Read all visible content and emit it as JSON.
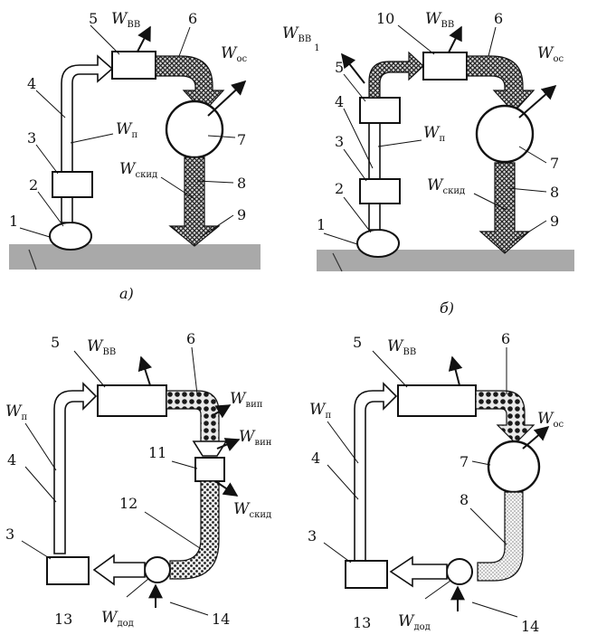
{
  "diagrams": {
    "a": {
      "caption": "а)",
      "labels": {
        "n1": "1",
        "n2": "2",
        "n3": "3",
        "n4": "4",
        "n5": "5",
        "n6": "6",
        "n7": "7",
        "n8": "8",
        "n9": "9"
      },
      "w": {
        "vv": {
          "main": "W",
          "sub": "ВВ"
        },
        "os": {
          "main": "W",
          "sub": "ос"
        },
        "p": {
          "main": "W",
          "sub": "п"
        },
        "skid": {
          "main": "W",
          "sub": "скид"
        }
      }
    },
    "b": {
      "caption": "б)",
      "labels": {
        "n1": "1",
        "n2": "2",
        "n3": "3",
        "n4": "4",
        "n5": "5",
        "n6": "6",
        "n7": "7",
        "n8": "8",
        "n9": "9",
        "n10": "10"
      },
      "w": {
        "vv1": {
          "main": "W",
          "sub": "ВВ",
          "sub2": "1"
        },
        "vv": {
          "main": "W",
          "sub": "ВВ"
        },
        "os": {
          "main": "W",
          "sub": "ос"
        },
        "p": {
          "main": "W",
          "sub": "п"
        },
        "skid": {
          "main": "W",
          "sub": "скид"
        }
      }
    },
    "c": {
      "labels": {
        "n3": "3",
        "n4": "4",
        "n5": "5",
        "n6": "6",
        "n11": "11",
        "n12": "12",
        "n13": "13",
        "n14": "14"
      },
      "w": {
        "vv": {
          "main": "W",
          "sub": "ВВ"
        },
        "p": {
          "main": "W",
          "sub": "п"
        },
        "vip": {
          "main": "W",
          "sub": "вип"
        },
        "vin": {
          "main": "W",
          "sub": "вин"
        },
        "skid": {
          "main": "W",
          "sub": "скид"
        },
        "dod": {
          "main": "W",
          "sub": "дод"
        }
      }
    },
    "d": {
      "labels": {
        "n3": "3",
        "n4": "4",
        "n5": "5",
        "n6": "6",
        "n7": "7",
        "n8": "8",
        "n13": "13",
        "n14": "14"
      },
      "w": {
        "vv": {
          "main": "W",
          "sub": "ВВ"
        },
        "p": {
          "main": "W",
          "sub": "п"
        },
        "os": {
          "main": "W",
          "sub": "ос"
        },
        "dod": {
          "main": "W",
          "sub": "дод"
        }
      }
    }
  }
}
